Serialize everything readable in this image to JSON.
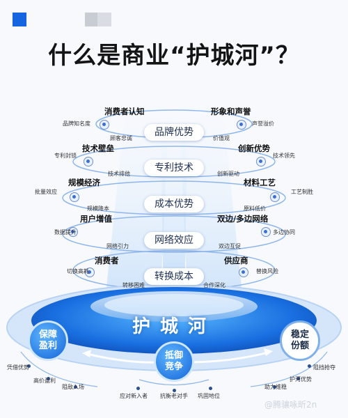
{
  "title": "什么是商业“护城河”？",
  "base_title": "护城河",
  "colors": {
    "accent": "#1a73e8",
    "ring": "#8fb6ea",
    "dark": "#141414"
  },
  "layers": [
    {
      "pill": "品牌优势",
      "left_main": "消费者认知",
      "left_subs": [
        "品牌知名度",
        "顾客忠诚"
      ],
      "right_main": "形象和声誉",
      "right_subs": [
        "声誉溢价",
        "价值观"
      ]
    },
    {
      "pill": "专利技术",
      "left_main": "技术壁垒",
      "left_subs": [
        "专利封锁",
        "技术排他"
      ],
      "right_main": "创新优势",
      "right_subs": [
        "技术领先",
        "创新驱动"
      ]
    },
    {
      "pill": "成本优势",
      "left_main": "规模经济",
      "left_subs": [
        "批量效应",
        "规模降本"
      ],
      "right_main": "材料工艺",
      "right_subs": [
        "工艺制胜",
        "原料低价"
      ]
    },
    {
      "pill": "网络效应",
      "left_main": "用户增值",
      "left_subs": [
        "数据提升",
        "网络引力"
      ],
      "right_main": "双边/多边网络",
      "right_subs": [
        "多边协同",
        "双边互促"
      ]
    },
    {
      "pill": "转换成本",
      "left_main": "消费者",
      "left_subs": [
        "切换高耗",
        "转移困难"
      ],
      "right_main": "供应商",
      "right_subs": [
        "替换风险",
        "合作深化"
      ]
    }
  ],
  "circles": {
    "left": [
      "保障",
      "盈利"
    ],
    "center": [
      "抵御",
      "竞争"
    ],
    "right": [
      "稳定",
      "份额"
    ]
  },
  "bottom_left": [
    "凭借优势",
    "高价盈利",
    "阻敌入场"
  ],
  "bottom_center": [
    "应对新入者",
    "抗衡老对手",
    "巩固地位"
  ],
  "bottom_right": [
    "阻挡抢夺",
    "护河优势",
    "助力维稳"
  ],
  "watermark": "@腾骧咏昕2n"
}
